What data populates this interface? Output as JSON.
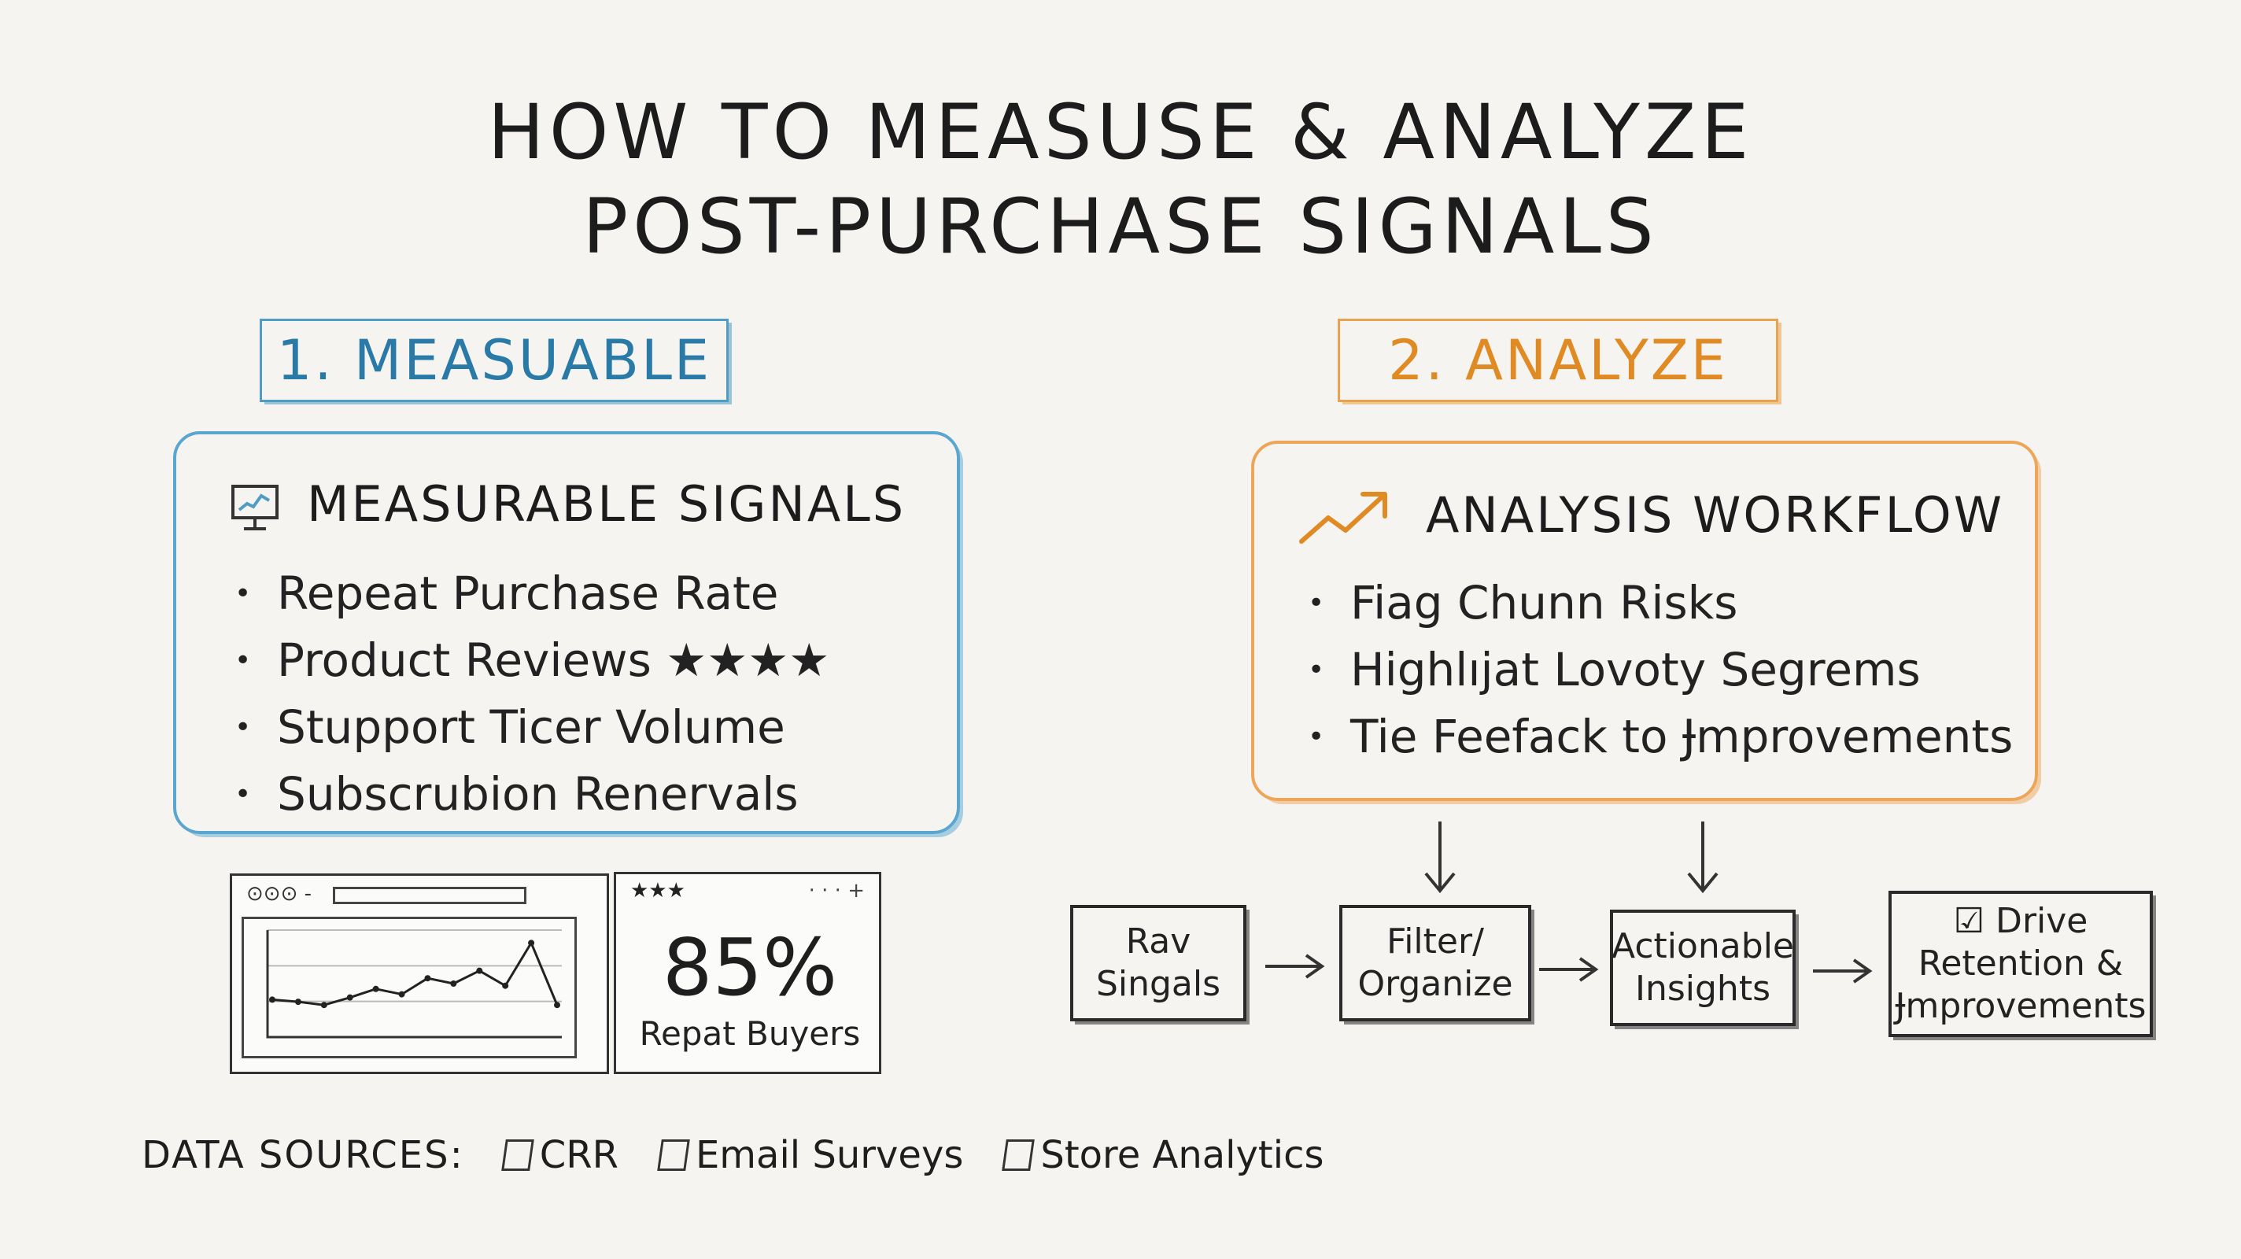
{
  "title": {
    "line1": "HOW TO MEASUSE & ANALYZE",
    "line2": "POST-PURCHASE SIGNALS"
  },
  "section_measure": {
    "tag": "1.  MEASUABLE",
    "card_title": "MEASURABLE SIGNALS",
    "icon": "presentation-chart-icon",
    "items": [
      "Repeat Purchase Rate",
      "Product Reviews ★★★★",
      "Stupport Ticer Volume",
      "Subscrubion Renervals"
    ]
  },
  "dashboard": {
    "header_text": "⊙⊙⊙ -",
    "stars": "★★★",
    "dots": "· · · +",
    "stat_value": "85%",
    "stat_label": "Repat Buyers",
    "trend": [
      0.35,
      0.33,
      0.3,
      0.37,
      0.45,
      0.4,
      0.55,
      0.5,
      0.62,
      0.48,
      0.88,
      0.3
    ]
  },
  "section_analyze": {
    "tag": "2.  ANALYZE",
    "card_title": "ANALYSIS WORKFLOW",
    "icon": "trend-up-arrow-icon",
    "items": [
      "Fiag Chunn Risks",
      "Highlıjat Lovoty Segrems",
      "Tie Feefack to Ɉmprovements"
    ]
  },
  "flow": {
    "steps": [
      {
        "line1": "Rav",
        "line2": "Singals",
        "line3": ""
      },
      {
        "line1": "Filter/",
        "line2": "Organize",
        "line3": ""
      },
      {
        "line1": "Actionable",
        "line2": "Insights",
        "line3": ""
      },
      {
        "line1": "☑ Drive",
        "line2": "Retention &",
        "line3": "Ɉmprovements"
      }
    ]
  },
  "data_sources": {
    "label": "DATA SOURCES:",
    "items": [
      "CRR",
      "Email Surveys",
      "Store Analytics"
    ]
  },
  "colors": {
    "blue": "#4f9cc4",
    "orange": "#e9a24e",
    "ink": "#1e1e1e",
    "paper": "#f5f4f0"
  }
}
